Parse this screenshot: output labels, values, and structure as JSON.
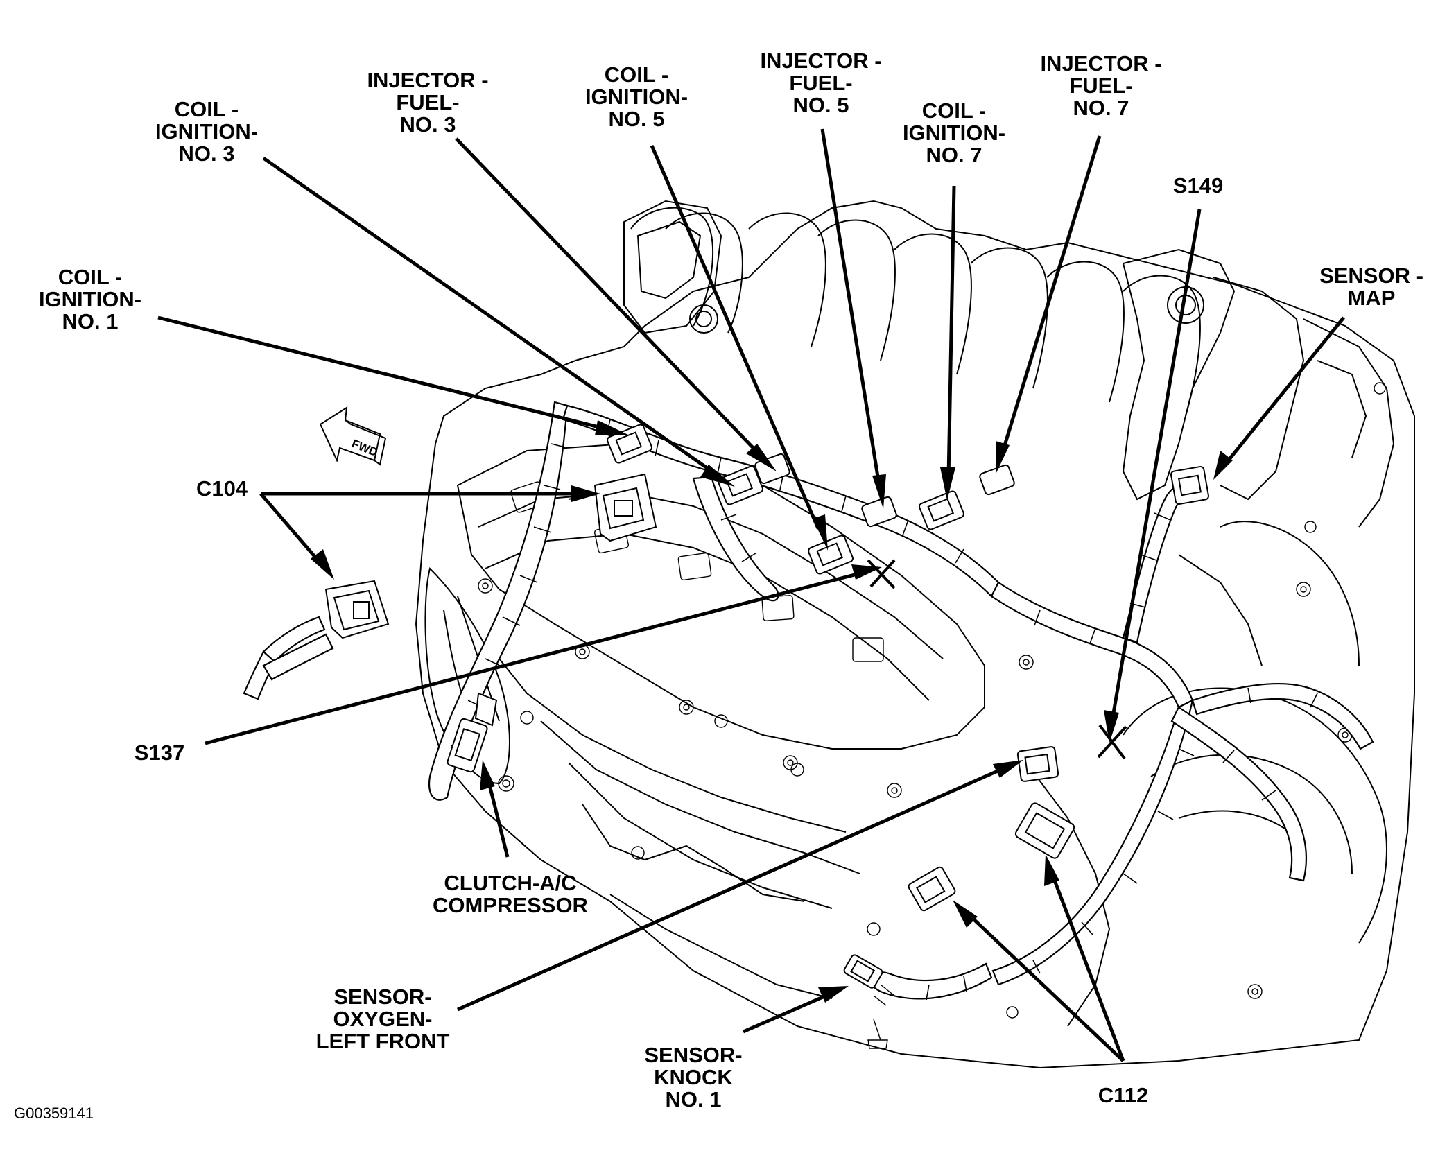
{
  "labels": {
    "coil_ignition_no3": [
      "COIL -",
      "IGNITION-",
      "NO. 3"
    ],
    "injector_fuel_no3": [
      "INJECTOR -",
      "FUEL-",
      "NO. 3"
    ],
    "coil_ignition_no5": [
      "COIL -",
      "IGNITION-",
      "NO. 5"
    ],
    "injector_fuel_no5": [
      "INJECTOR -",
      "FUEL-",
      "NO. 5"
    ],
    "coil_ignition_no7": [
      "COIL -",
      "IGNITION-",
      "NO. 7"
    ],
    "injector_fuel_no7": [
      "INJECTOR -",
      "FUEL-",
      "NO. 7"
    ],
    "s149": [
      "S149"
    ],
    "sensor_map": [
      "SENSOR -",
      "MAP"
    ],
    "coil_ignition_no1": [
      "COIL -",
      "IGNITION-",
      "NO. 1"
    ],
    "c104": [
      "C104"
    ],
    "s137": [
      "S137"
    ],
    "clutch_ac_compressor": [
      "CLUTCH-A/C",
      "COMPRESSOR"
    ],
    "sensor_oxygen_left_front": [
      "SENSOR-",
      "OXYGEN-",
      "LEFT FRONT"
    ],
    "sensor_knock_no1": [
      "SENSOR-",
      "KNOCK",
      "NO. 1"
    ],
    "c112": [
      "C112"
    ]
  },
  "fwd_marker": "FWD",
  "figure_id": "G00359141"
}
